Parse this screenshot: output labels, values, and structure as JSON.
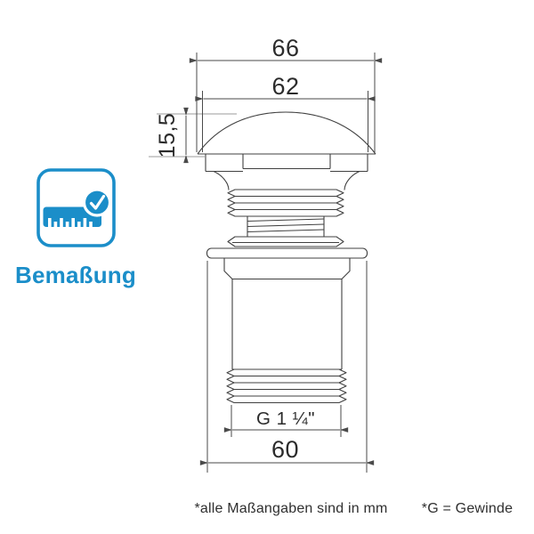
{
  "badge": {
    "label": "Bemaßung",
    "icon": "ruler-check-icon",
    "accent_color": "#1b8ec9"
  },
  "drawing": {
    "type": "technical-dimension-drawing",
    "dims": {
      "outer_width": "66",
      "cap_width": "62",
      "cap_height": "15,5",
      "thread_size": "G 1 ¼\"",
      "body_width": "60"
    }
  },
  "footnotes": {
    "units": "*alle Maßangaben sind in mm",
    "thread": "*G = Gewinde"
  },
  "colors": {
    "background": "#ffffff",
    "line": "#404040",
    "dimension_text": "#2b2b2b",
    "reference_line": "#9b9b9b",
    "accent": "#1b8ec9"
  }
}
